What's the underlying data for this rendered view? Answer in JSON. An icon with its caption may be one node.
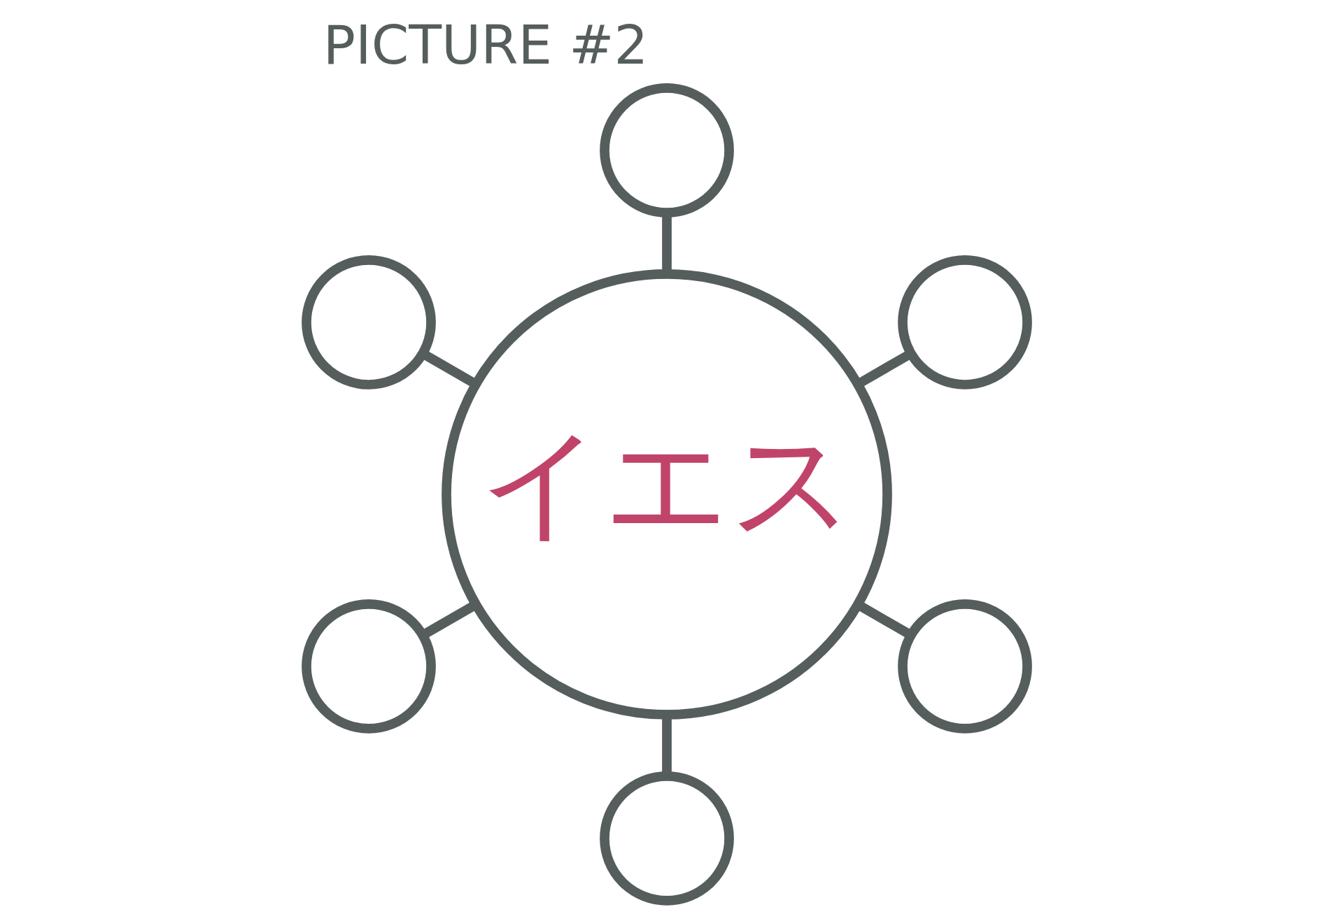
{
  "diagram": {
    "title": "PICTURE #2",
    "nodes": [
      {
        "text": [
          "イエス"
        ]
      },
      {
        "text": [],
        "shape": "circle"
      },
      {
        "text": [],
        "shape": "circle"
      },
      {
        "text": [],
        "shape": "circle"
      },
      {
        "text": [],
        "shape": "circle"
      },
      {
        "text": [],
        "shape": "circle"
      },
      {
        "text": [],
        "shape": "circle"
      }
    ],
    "edges": [
      {
        "from": 0,
        "to": 1,
        "arrow": "none"
      },
      {
        "from": 0,
        "to": 2,
        "arrow": "none"
      },
      {
        "from": 0,
        "to": 3,
        "arrow": "none"
      },
      {
        "from": 0,
        "to": 4,
        "arrow": "none"
      },
      {
        "from": 0,
        "to": 5,
        "arrow": "none"
      },
      {
        "from": 0,
        "to": 6,
        "arrow": "none"
      }
    ]
  }
}
